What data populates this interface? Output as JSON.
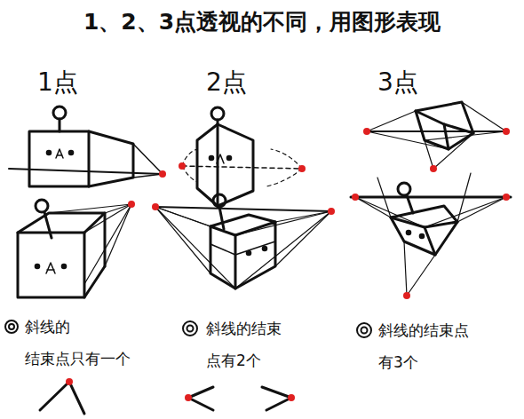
{
  "diagram": {
    "title": "1、2、3点透视的不同，用图形表现",
    "labels": [
      "1点",
      "2点",
      "3点",
      "斜线的 结束点只有一个",
      "斜线的结束 点有2个",
      "斜线的结束点 有3个"
    ]
  }
}
